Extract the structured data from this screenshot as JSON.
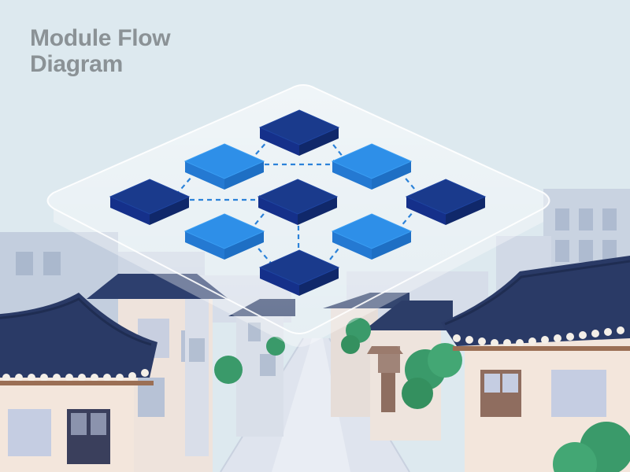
{
  "title": {
    "line1": "Module Flow",
    "line2": "Diagram"
  },
  "colors": {
    "sky": "#dde9ef",
    "module_dark": "#1a3a8c",
    "module_light": "#2e8fe8",
    "connector": "#2b82d9",
    "roof": "#2a3a66",
    "wall_light": "#f4e7de",
    "wall_blue": "#c5cde2",
    "tree": "#3a9a6a",
    "street": "#dfe4ee"
  },
  "diagram": {
    "nodes": [
      {
        "id": "node-top",
        "tone": "dark"
      },
      {
        "id": "node-upper-left",
        "tone": "light"
      },
      {
        "id": "node-upper-right",
        "tone": "light"
      },
      {
        "id": "node-left",
        "tone": "dark"
      },
      {
        "id": "node-center",
        "tone": "dark"
      },
      {
        "id": "node-right",
        "tone": "dark"
      },
      {
        "id": "node-lower-left",
        "tone": "light"
      },
      {
        "id": "node-lower-right",
        "tone": "light"
      },
      {
        "id": "node-bottom",
        "tone": "dark"
      }
    ],
    "edges": [
      {
        "from": "node-top",
        "to": "node-upper-left",
        "arrow": false
      },
      {
        "from": "node-top",
        "to": "node-upper-right",
        "arrow": false
      },
      {
        "from": "node-upper-left",
        "to": "node-left",
        "arrow": false
      },
      {
        "from": "node-upper-left",
        "to": "node-upper-right",
        "arrow": true
      },
      {
        "from": "node-left",
        "to": "node-center",
        "arrow": true
      },
      {
        "from": "node-upper-right",
        "to": "node-right",
        "arrow": false
      },
      {
        "from": "node-center",
        "to": "node-lower-left",
        "arrow": false
      },
      {
        "from": "node-center",
        "to": "node-bottom",
        "arrow": false
      },
      {
        "from": "node-right",
        "to": "node-lower-right",
        "arrow": false
      },
      {
        "from": "node-lower-left",
        "to": "node-bottom",
        "arrow": false
      },
      {
        "from": "node-lower-right",
        "to": "node-bottom",
        "arrow": false
      }
    ]
  }
}
